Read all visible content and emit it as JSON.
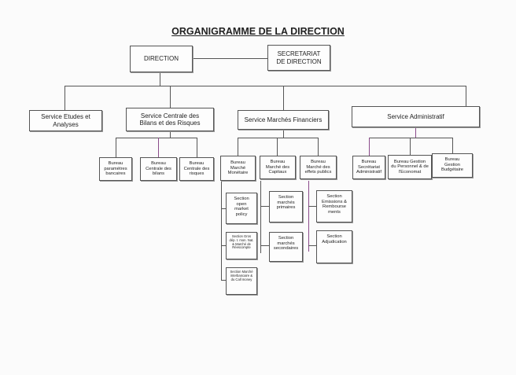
{
  "title": "ORGANIGRAMME DE LA DIRECTION",
  "direction": "DIRECTION",
  "secretariat": "SECRETARIAT DE DIRECTION",
  "services": {
    "etudes": "Service Etudes et Analyses",
    "centrale": "Service Centrale des Bilans et des Risques",
    "marches": "Service Marchés Financiers",
    "admin": "Service Administratif"
  },
  "bureaux": {
    "parametres": "Bureau paramètres bancaires",
    "bilans": "Bureau Centrale des bilans",
    "risques": "Bureau Centrale des risques",
    "monetaire": "Bureau Marché Monétaire",
    "capitaux": "Bureau Marché des Capitaux",
    "effets": "Bureau Marché des effets publics",
    "secretariat": "Bureau Secrétariat Administratif",
    "personnel": "Bureau Gestion du Personnel & de l'Economat",
    "budgetaire": "Bureau Gestion Budgétaire"
  },
  "sections": {
    "open_market": "Section open market policy",
    "gros": "Section Gros dép. t. mon. Nat. & Marché de Réescompte",
    "interbancaire": "Section Marché interbancaire & du Call money",
    "primaires": "Section marchés primaires",
    "secondaires": "Section marchés secondaires",
    "emissions": "Section Emissions & Rembourse ments",
    "adjudication": "Section Adjudication"
  }
}
